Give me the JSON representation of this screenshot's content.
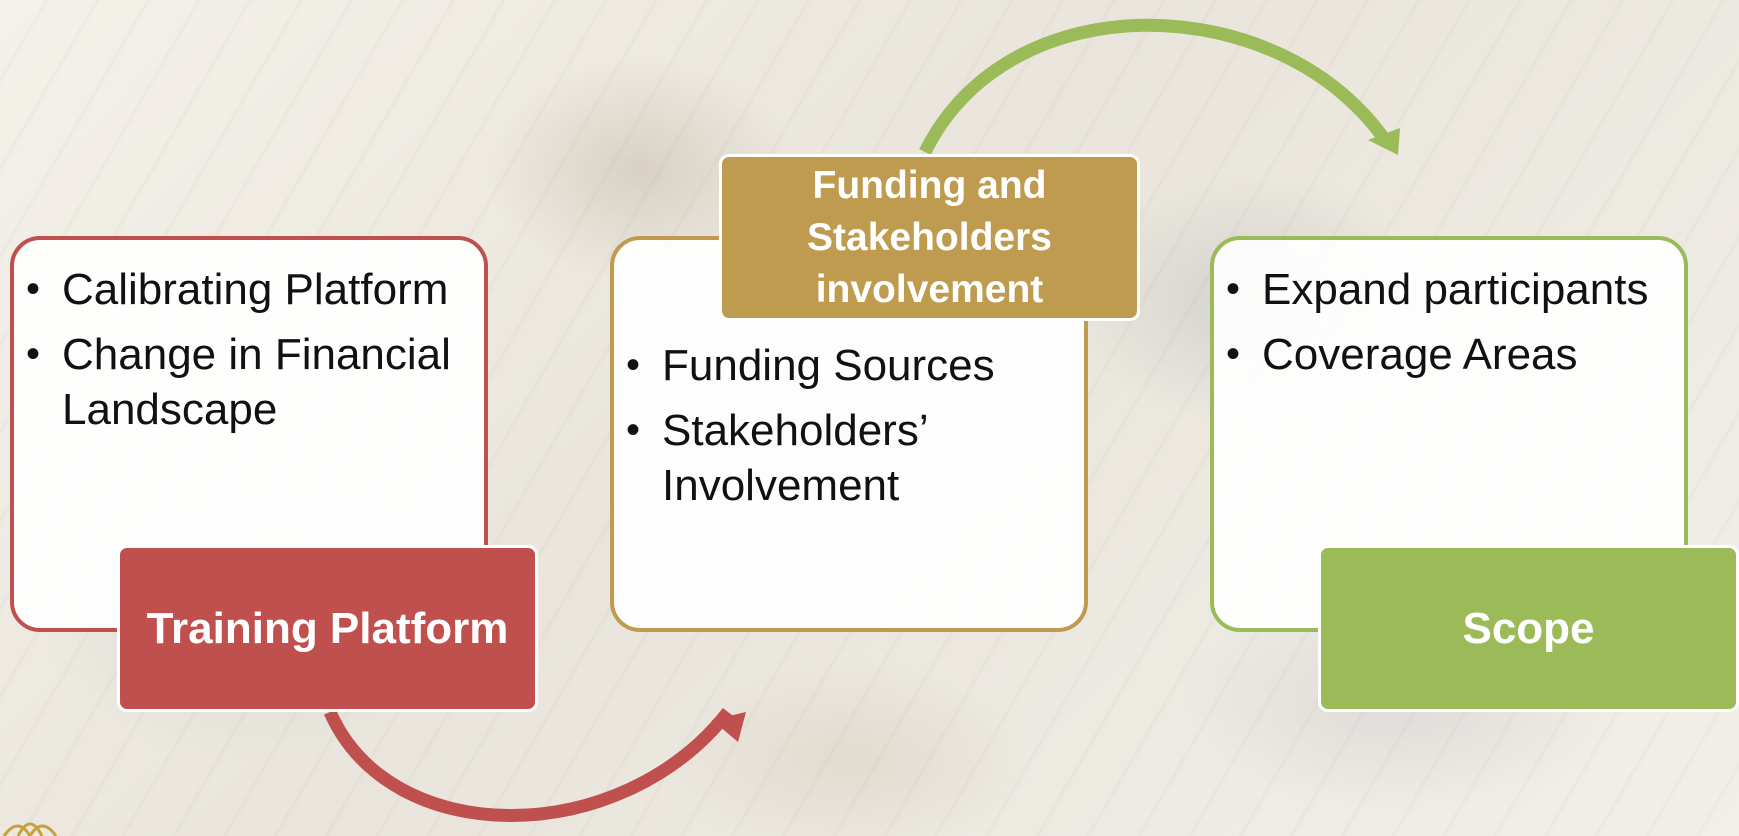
{
  "colors": {
    "red": "#c0504d",
    "gold": "#bf9b50",
    "green": "#9bbb59"
  },
  "panels": [
    {
      "title": "Training Platform",
      "bullets": [
        "Calibrating Platform",
        "Change in Financial Landscape"
      ]
    },
    {
      "title": "Funding and\nStakeholders\ninvolvement",
      "bullets": [
        "Funding Sources",
        "Stakeholders’ Involvement"
      ]
    },
    {
      "title": "Scope",
      "bullets": [
        "Expand participants",
        "Coverage Areas"
      ]
    }
  ],
  "logo_icon": "lotus-logo-icon"
}
